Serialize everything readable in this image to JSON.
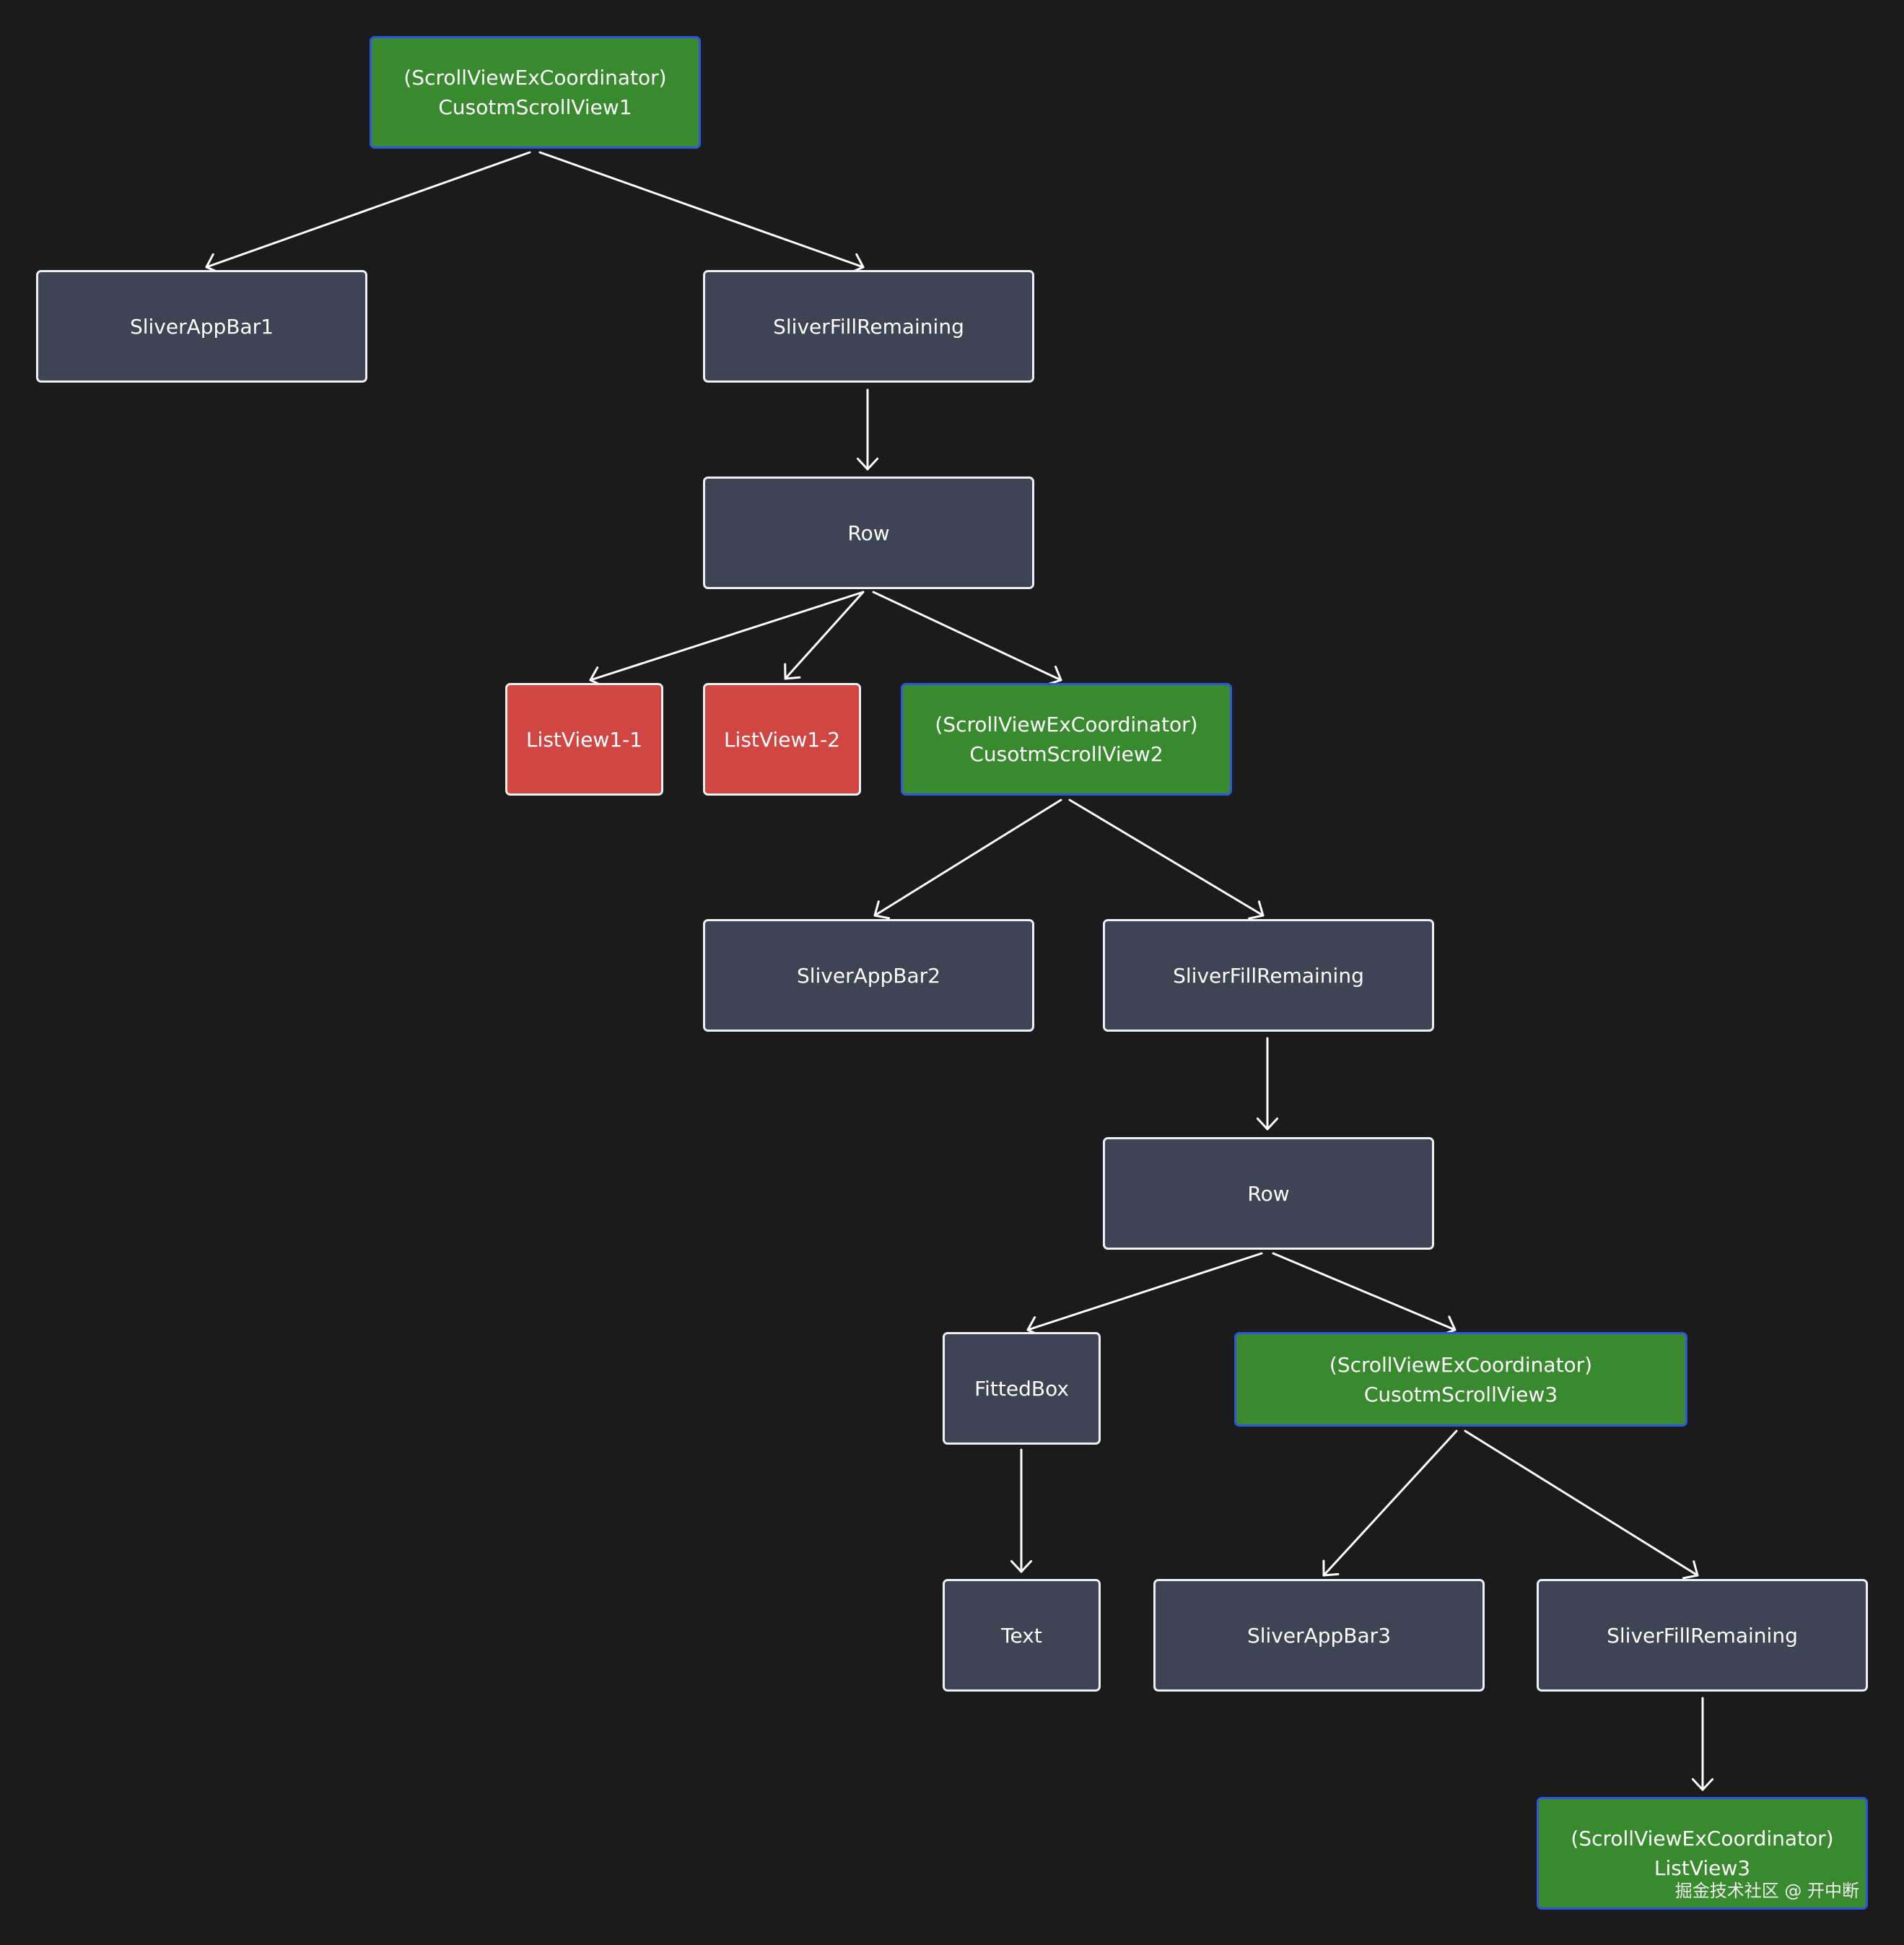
{
  "nodes": [
    {
      "id": "cv1",
      "style": "green",
      "lines": [
        "(ScrollViewExCoordinator)",
        "CusotmScrollView1"
      ]
    },
    {
      "id": "appbar1",
      "style": "gray",
      "lines": [
        "SliverAppBar1"
      ]
    },
    {
      "id": "fill1",
      "style": "gray",
      "lines": [
        "SliverFillRemaining"
      ]
    },
    {
      "id": "row1",
      "style": "gray",
      "lines": [
        "Row"
      ]
    },
    {
      "id": "lv11",
      "style": "red",
      "lines": [
        "ListView1-1"
      ]
    },
    {
      "id": "lv12",
      "style": "red",
      "lines": [
        "ListView1-2"
      ]
    },
    {
      "id": "cv2",
      "style": "green",
      "lines": [
        "(ScrollViewExCoordinator)",
        "CusotmScrollView2"
      ]
    },
    {
      "id": "appbar2",
      "style": "gray",
      "lines": [
        "SliverAppBar2"
      ]
    },
    {
      "id": "fill2",
      "style": "gray",
      "lines": [
        "SliverFillRemaining"
      ]
    },
    {
      "id": "row2",
      "style": "gray",
      "lines": [
        "Row"
      ]
    },
    {
      "id": "fitted",
      "style": "gray",
      "lines": [
        "FittedBox"
      ]
    },
    {
      "id": "cv3",
      "style": "green",
      "lines": [
        "(ScrollViewExCoordinator)",
        "CusotmScrollView3"
      ]
    },
    {
      "id": "text",
      "style": "gray",
      "lines": [
        "Text"
      ]
    },
    {
      "id": "appbar3",
      "style": "gray",
      "lines": [
        "SliverAppBar3"
      ]
    },
    {
      "id": "fill3",
      "style": "gray",
      "lines": [
        "SliverFillRemaining"
      ]
    },
    {
      "id": "lv3",
      "style": "green",
      "lines": [
        "(ScrollViewExCoordinator)",
        "ListView3"
      ]
    }
  ],
  "edges": [
    {
      "from": "cv1",
      "to": "appbar1"
    },
    {
      "from": "cv1",
      "to": "fill1"
    },
    {
      "from": "fill1",
      "to": "row1"
    },
    {
      "from": "row1",
      "to": "lv11"
    },
    {
      "from": "row1",
      "to": "lv12"
    },
    {
      "from": "row1",
      "to": "cv2"
    },
    {
      "from": "cv2",
      "to": "appbar2"
    },
    {
      "from": "cv2",
      "to": "fill2"
    },
    {
      "from": "fill2",
      "to": "row2"
    },
    {
      "from": "row2",
      "to": "fitted"
    },
    {
      "from": "row2",
      "to": "cv3"
    },
    {
      "from": "fitted",
      "to": "text"
    },
    {
      "from": "cv3",
      "to": "appbar3"
    },
    {
      "from": "cv3",
      "to": "fill3"
    },
    {
      "from": "fill3",
      "to": "lv3"
    }
  ],
  "colors": {
    "background": "#1b1b1c",
    "node_gray": "#3e4453",
    "node_red": "#cf4643",
    "node_green": "#398a2f",
    "green_border": "#2f55e0",
    "edge": "#ffffff"
  },
  "watermark": "掘金技术社区 @ 开中断"
}
